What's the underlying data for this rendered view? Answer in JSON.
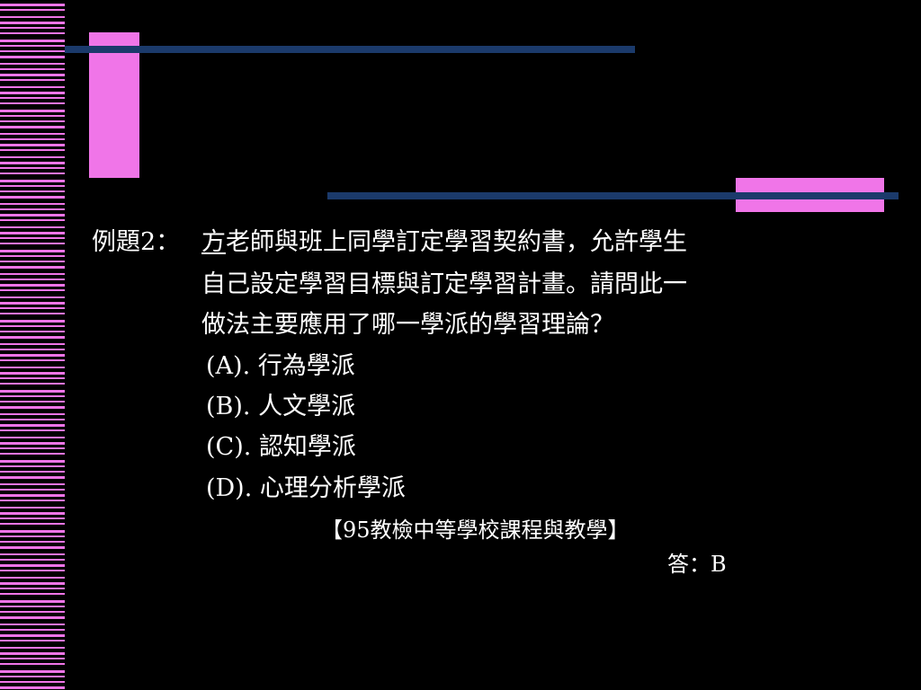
{
  "question": {
    "label": "例題2：",
    "line1_underlined": "方",
    "line1_rest": "老師與班上同學訂定學習契約書，允許學生",
    "line2": "自己設定學習目標與訂定學習計畫。請問此一",
    "line3": "做法主要應用了哪一學派的學習理論？"
  },
  "options": [
    {
      "key": "(A).",
      "text": "行為學派"
    },
    {
      "key": "(B).",
      "text": "人文學派"
    },
    {
      "key": "(C).",
      "text": "認知學派"
    },
    {
      "key": "(D).",
      "text": "心理分析學派"
    }
  ],
  "source": "【95教檢中等學校課程與教學】",
  "answer": "答：B",
  "colors": {
    "background": "#000000",
    "accent_pink": "#f075e8",
    "accent_navy": "#1b3a6b",
    "text": "#ffffff"
  }
}
